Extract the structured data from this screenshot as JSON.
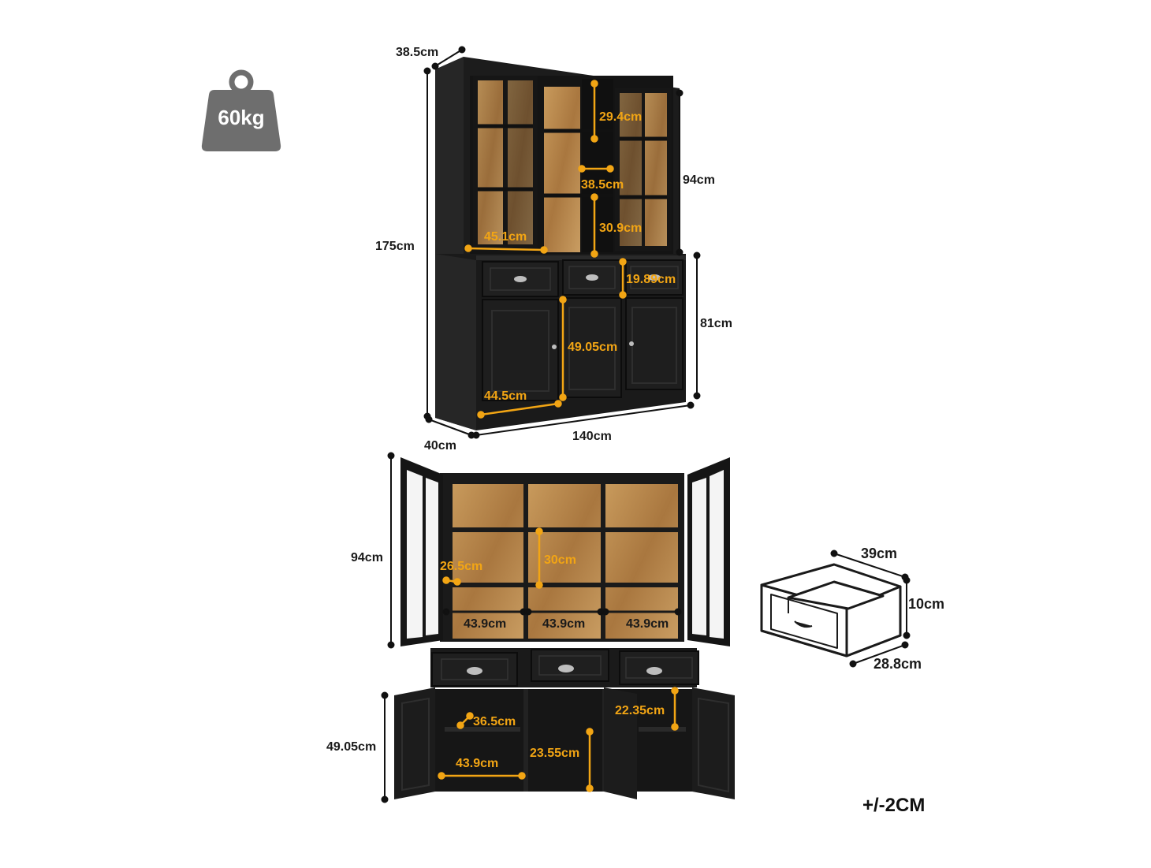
{
  "weight": {
    "label": "60kg",
    "icon": "weight-icon"
  },
  "tolerance": "+/-2CM",
  "colors": {
    "cabinet": "#1b1b1b",
    "wood": "#b88a4e",
    "accent": "#f2a514",
    "weight_badge": "#6e6e6e"
  },
  "front_view": {
    "overall": {
      "depth_top": "38.5cm",
      "height": "175cm",
      "upper_height": "94cm",
      "lower_height": "81cm",
      "depth_bottom": "40cm",
      "width": "140cm"
    },
    "inner": {
      "shelf_height_top": "29.4cm",
      "center_width": "38.5cm",
      "shelf_height_mid": "30.9cm",
      "upper_side_width": "45.1cm",
      "drawer_height": "19.89cm",
      "door_height": "49.05cm",
      "lower_door_width": "44.5cm"
    }
  },
  "open_view": {
    "upper_height": "94cm",
    "shelf_depth": "26.5cm",
    "shelf_height": "30cm",
    "compartment_widths": [
      "43.9cm",
      "43.9cm",
      "43.9cm"
    ],
    "lower_height": "49.05cm",
    "lower_depth": "36.5cm",
    "lower_width": "43.9cm",
    "lower_shelf_height": "23.55cm",
    "right_shelf_height": "22.35cm"
  },
  "drawer": {
    "width": "39cm",
    "height": "10cm",
    "depth": "28.8cm"
  }
}
